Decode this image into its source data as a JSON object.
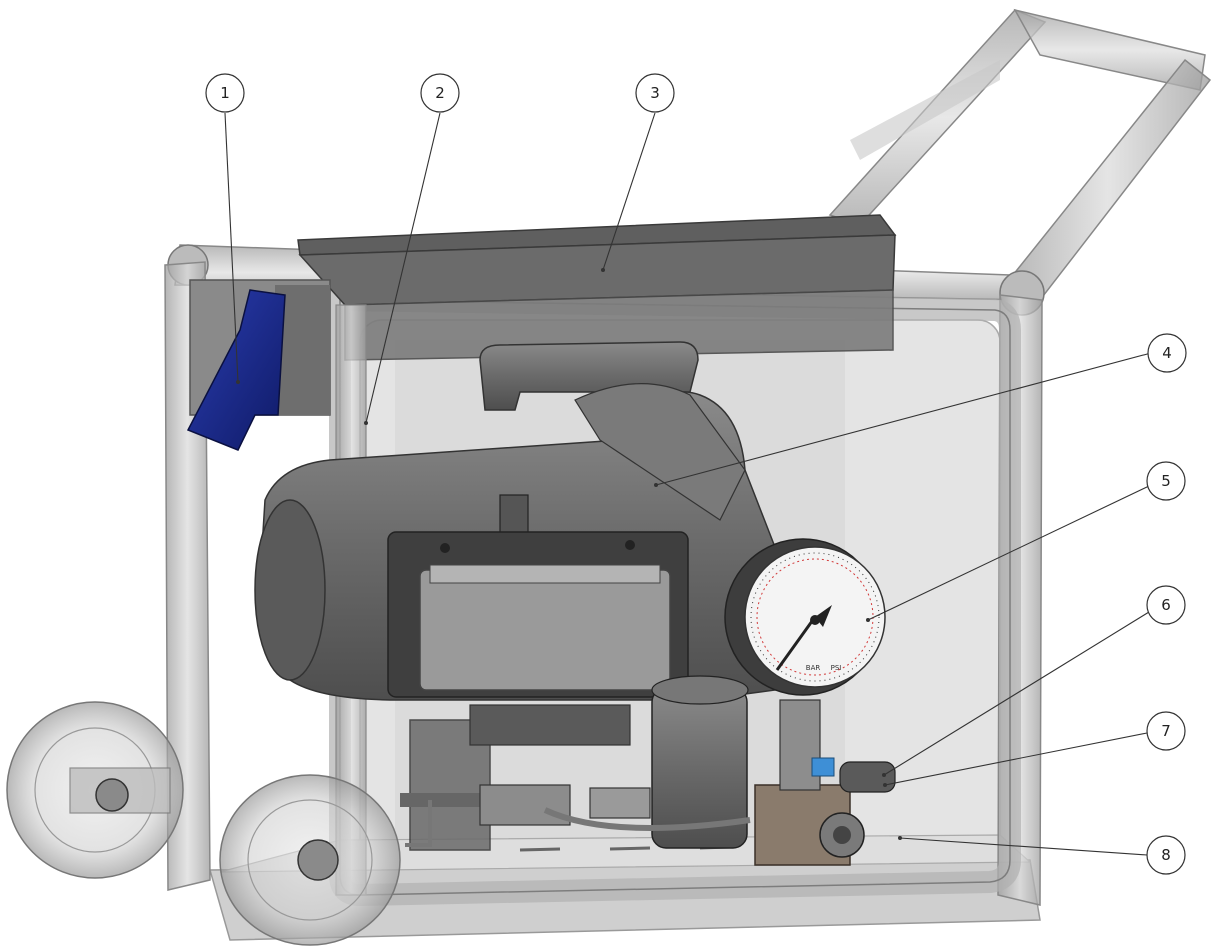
{
  "callouts": [
    {
      "label": "1"
    },
    {
      "label": "2"
    },
    {
      "label": "3"
    },
    {
      "label": "4"
    },
    {
      "label": "5"
    },
    {
      "label": "6"
    },
    {
      "label": "7"
    },
    {
      "label": "8"
    }
  ],
  "gauge": {
    "units_left": "BAR",
    "units_right": "PSI"
  },
  "colors": {
    "frame": "#b9b9b9",
    "motor": "#6f6f6f",
    "switch": "#1b2a8a",
    "panel_glass": "#cfcfcf"
  }
}
